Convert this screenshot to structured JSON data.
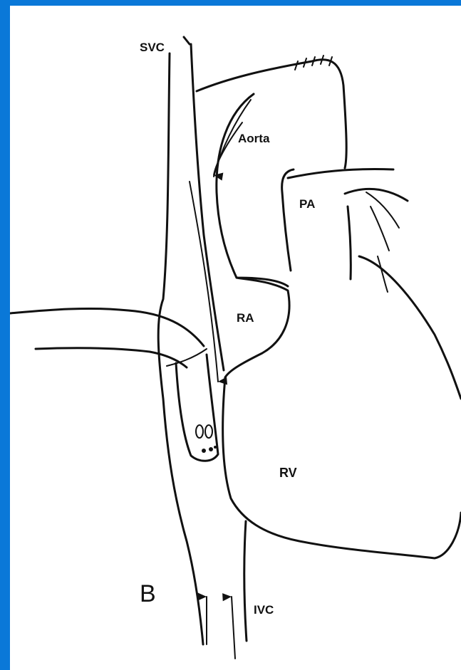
{
  "diagram": {
    "panel_letter": "B",
    "labels": {
      "svc": "SVC",
      "aorta": "Aorta",
      "pa": "PA",
      "ra": "RA",
      "rv": "RV",
      "ivc": "IVC"
    },
    "colors": {
      "border": "#0a78d8",
      "paper": "#ffffff",
      "ink": "#111111"
    }
  }
}
